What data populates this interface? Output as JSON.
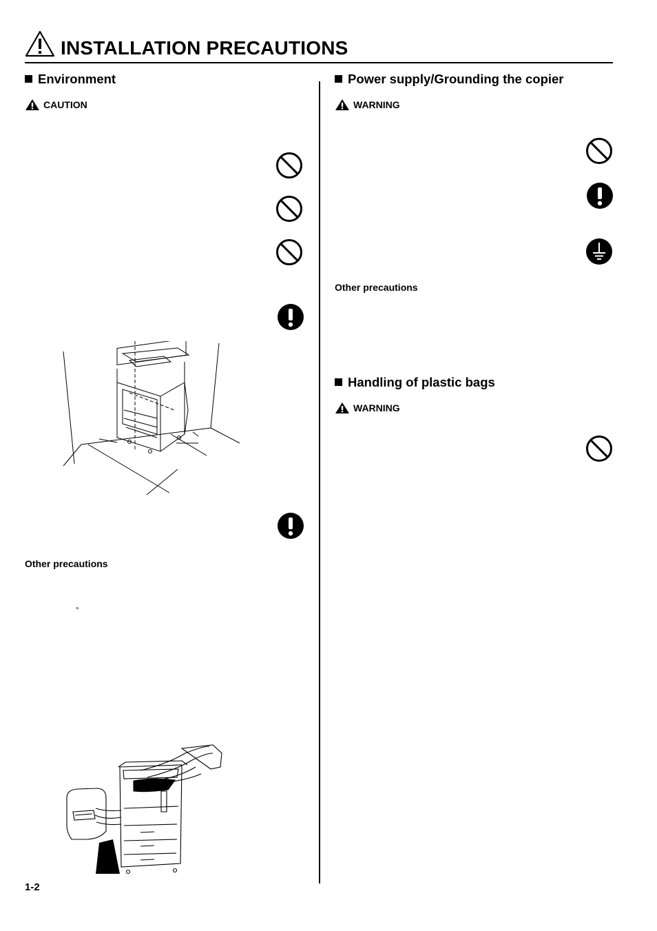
{
  "page_title": "INSTALLATION PRECAUTIONS",
  "left": {
    "section_environment": "Environment",
    "caution_label": "CAUTION",
    "other_precautions": "Other precautions",
    "degree_mark": "°"
  },
  "right": {
    "section_power": "Power supply/Grounding the copier",
    "warning_label_1": "WARNING",
    "other_precautions": "Other precautions",
    "section_plastic": "Handling of plastic bags",
    "warning_label_2": "WARNING"
  },
  "footer": {
    "page_number": "1-2"
  },
  "icons": [
    "prohibition-icon",
    "mandatory-action-icon",
    "ground-icon",
    "warning-triangle-icon",
    "copier-clearance-illustration",
    "copier-ventilation-illustration"
  ]
}
